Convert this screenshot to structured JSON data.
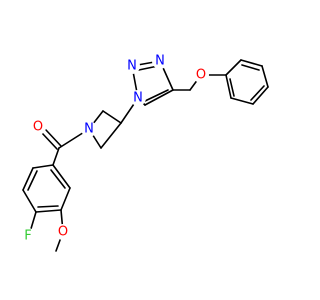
{
  "molecule": {
    "atoms": [
      {
        "id": "O_carbonyl",
        "label": "O",
        "color": "#ff0000"
      },
      {
        "id": "N_azetidine",
        "label": "N",
        "color": "#0000ff"
      },
      {
        "id": "N_triazole_1",
        "label": "N",
        "color": "#0000ff"
      },
      {
        "id": "N_triazole_2",
        "label": "N",
        "color": "#0000ff"
      },
      {
        "id": "N_triazole_3",
        "label": "N",
        "color": "#0000ff"
      },
      {
        "id": "O_ether",
        "label": "O",
        "color": "#ff0000"
      },
      {
        "id": "F",
        "label": "F",
        "color": "#33cc33"
      },
      {
        "id": "O_methoxy",
        "label": "O",
        "color": "#ff0000"
      }
    ]
  }
}
